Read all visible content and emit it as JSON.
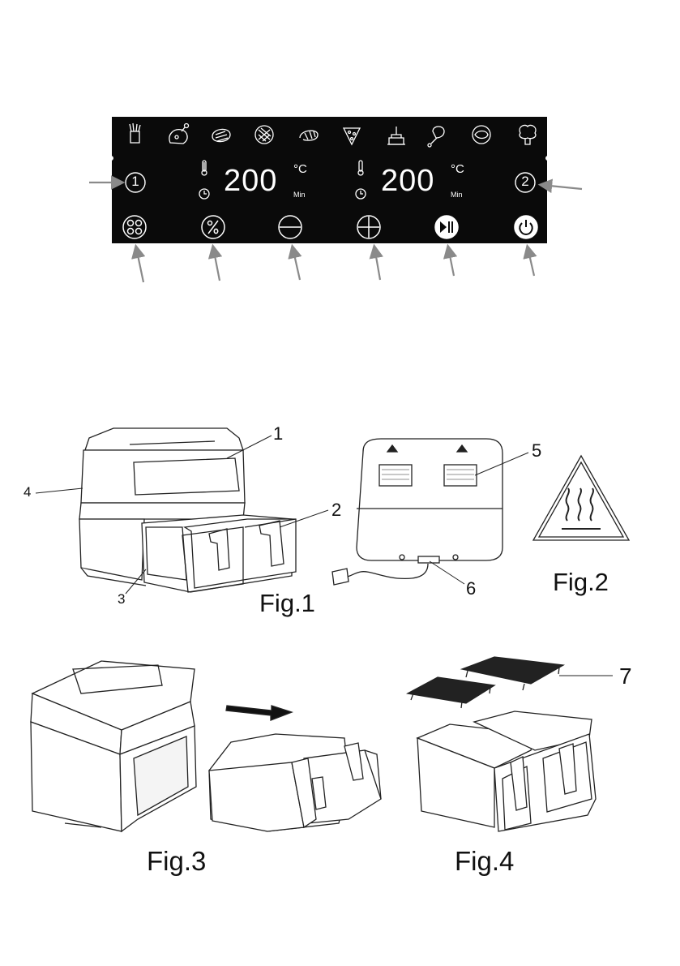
{
  "control_panel": {
    "zone_left": {
      "number": "1",
      "temperature": "200",
      "unit": "°C",
      "time_unit": "Min"
    },
    "zone_right": {
      "number": "2",
      "temperature": "200",
      "unit": "°C",
      "time_unit": "Min"
    },
    "preset_icons": [
      "fries-icon",
      "chicken-icon",
      "steak-icon",
      "waffle-icon",
      "shrimp-icon",
      "pizza-icon",
      "cake-icon",
      "drumstick-icon",
      "fish-icon",
      "vegetable-icon"
    ],
    "buttons": [
      "preset-menu-button",
      "sync-button",
      "minus-button",
      "plus-button",
      "start-pause-button",
      "power-button"
    ]
  },
  "figures": {
    "fig1": {
      "caption": "Fig.1",
      "callouts": [
        "1",
        "2",
        "3",
        "4",
        "5",
        "6"
      ]
    },
    "fig2": {
      "caption": "Fig.2"
    },
    "fig3": {
      "caption": "Fig.3"
    },
    "fig4": {
      "caption": "Fig.4",
      "callouts": [
        "7"
      ]
    }
  }
}
